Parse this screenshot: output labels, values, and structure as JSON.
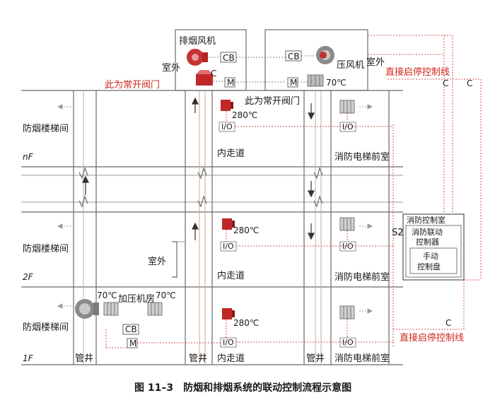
{
  "caption": "图 11–3　防烟和排烟系统的联动控制流程示意图",
  "labels": {
    "exhaust_fan": "排烟风机",
    "pressure_fan": "压风机",
    "outdoor_top_left": "室外",
    "outdoor_top_right": "室外",
    "outdoor_mid": "室外",
    "normally_open_valve_red": "此为常开阀门",
    "normally_open_valve_black": "此为常开阀门",
    "direct_control_line_top": "直接启停控制线",
    "direct_control_line_bottom": "直接启停控制线",
    "temp_70_top": "70℃",
    "temp_280_nf": "280℃",
    "temp_280_2f": "280℃",
    "temp_280_1f": "280℃",
    "temp_70_1f_left": "70℃",
    "temp_70_1f_right": "70℃",
    "pressurization_room": "加压机房",
    "cb": "CB",
    "m": "M",
    "c": "C",
    "io": "I/O",
    "s2": "S2",
    "stairwell": "防烟楼梯间",
    "corridor": "内走道",
    "elevator_lobby": "消防电梯前室",
    "shaft": "管井",
    "floor_n": "nF",
    "floor_2": "2F",
    "floor_1": "1F",
    "control_room": "消防控制室",
    "linkage_controller_1": "消防联动",
    "linkage_controller_2": "控制器",
    "manual_panel_1": "手动",
    "manual_panel_2": "控制盘"
  },
  "colors": {
    "red_text": "#d0271c",
    "wall": "#6a6a6a",
    "dash_red": "#d85050"
  }
}
